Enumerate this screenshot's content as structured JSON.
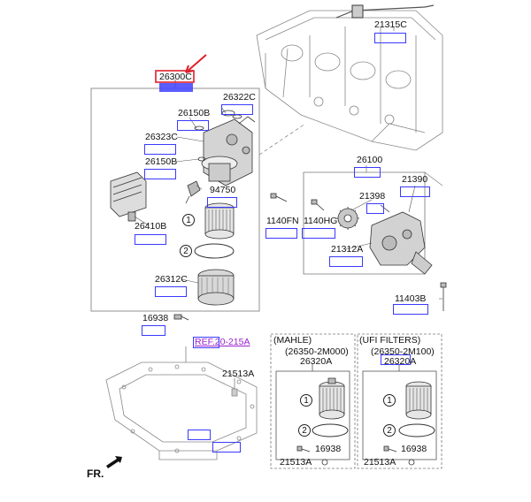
{
  "callouts": {
    "p21315C": "21315C",
    "p26300C": "26300C",
    "p26322C": "26322C",
    "p26150B_a": "26150B",
    "p26323C": "26323C",
    "p26150B_b": "26150B",
    "p94750": "94750",
    "p26410B": "26410B",
    "p26312C": "26312C",
    "p16938": "16938",
    "p26100": "26100",
    "p21390": "21390",
    "p21398": "21398",
    "p1140FN": "1140FN",
    "p1140HG": "1140HG",
    "p21312A": "21312A",
    "p11403B": "11403B",
    "ref": "REF.20-215A",
    "p21513A": "21513A",
    "item1": "1",
    "item2": "2"
  },
  "mahle": {
    "title": "(MAHLE)",
    "part_no": "(26350-2M000)",
    "ref": "26320A",
    "gasket": "16938",
    "plug": "21513A"
  },
  "ufi": {
    "title": "(UFI FILTERS)",
    "part_no": "(26350-2M100)",
    "ref": "26320A",
    "gasket": "16938",
    "plug": "21513A"
  },
  "direction": "FR.",
  "colors": {
    "highlight": "#3a3aff",
    "arrow": "#e0202a",
    "ref_link": "#9a1fd0"
  }
}
